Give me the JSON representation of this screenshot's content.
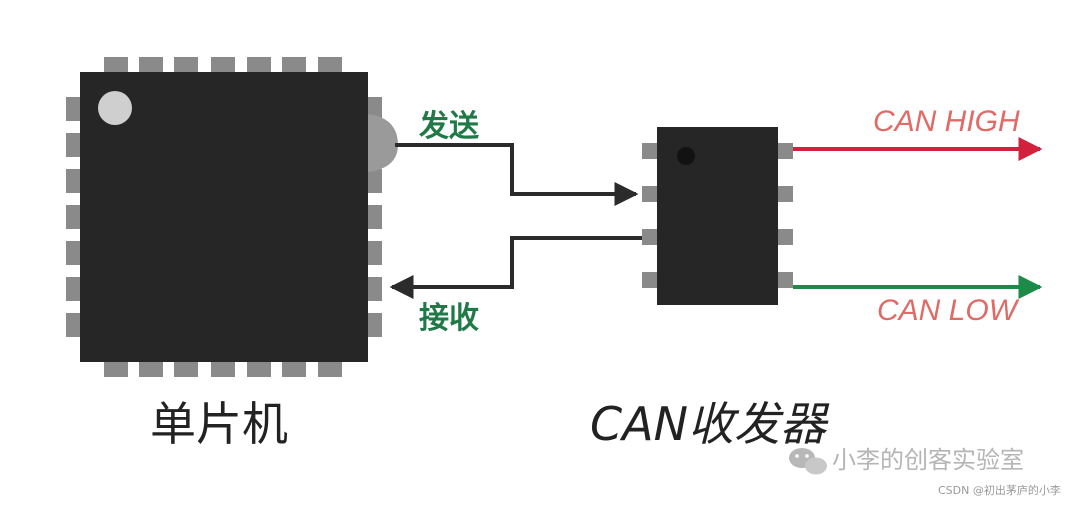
{
  "diagram": {
    "mcu_label": "单片机",
    "transceiver_label": "CAN收发器",
    "send_label": "发送",
    "receive_label": "接收",
    "can_high_label": "CAN HIGH",
    "can_low_label": "CAN LOW",
    "watermark_main": "小李的创客实验室",
    "watermark_sub": "CSDN @初出茅庐的小李"
  },
  "colors": {
    "chip_body": "#262626",
    "chip_pins": "#8a8a8a",
    "wire": "#2b2b2b",
    "send_receive_text": "#1f7a47",
    "can_high_line": "#d2203d",
    "can_low_line": "#1e8a4a",
    "can_text": "#e06a66",
    "caption_text": "#222222"
  }
}
